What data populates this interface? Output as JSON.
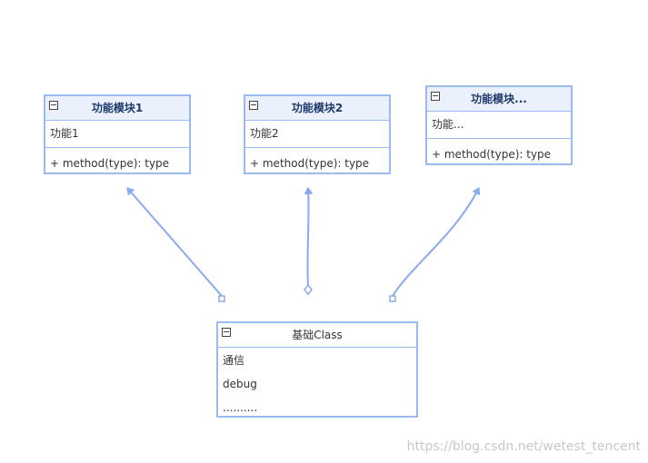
{
  "modules": [
    {
      "name": "功能模块1",
      "attribute": "功能1",
      "method": "+ method(type): type"
    },
    {
      "name": "功能模块2",
      "attribute": "功能2",
      "method": "+ method(type): type"
    },
    {
      "name": "功能模块...",
      "attribute": "功能...",
      "method": "+ method(type): type"
    }
  ],
  "base": {
    "name": "基础Class",
    "items": [
      "通信",
      "debug",
      ".........."
    ]
  },
  "watermark": "https://blog.csdn.net/wetest_tencent",
  "colors": {
    "border": "#99bbee",
    "header_fill": "#eaf1fd",
    "arrow": "#88aaee"
  }
}
